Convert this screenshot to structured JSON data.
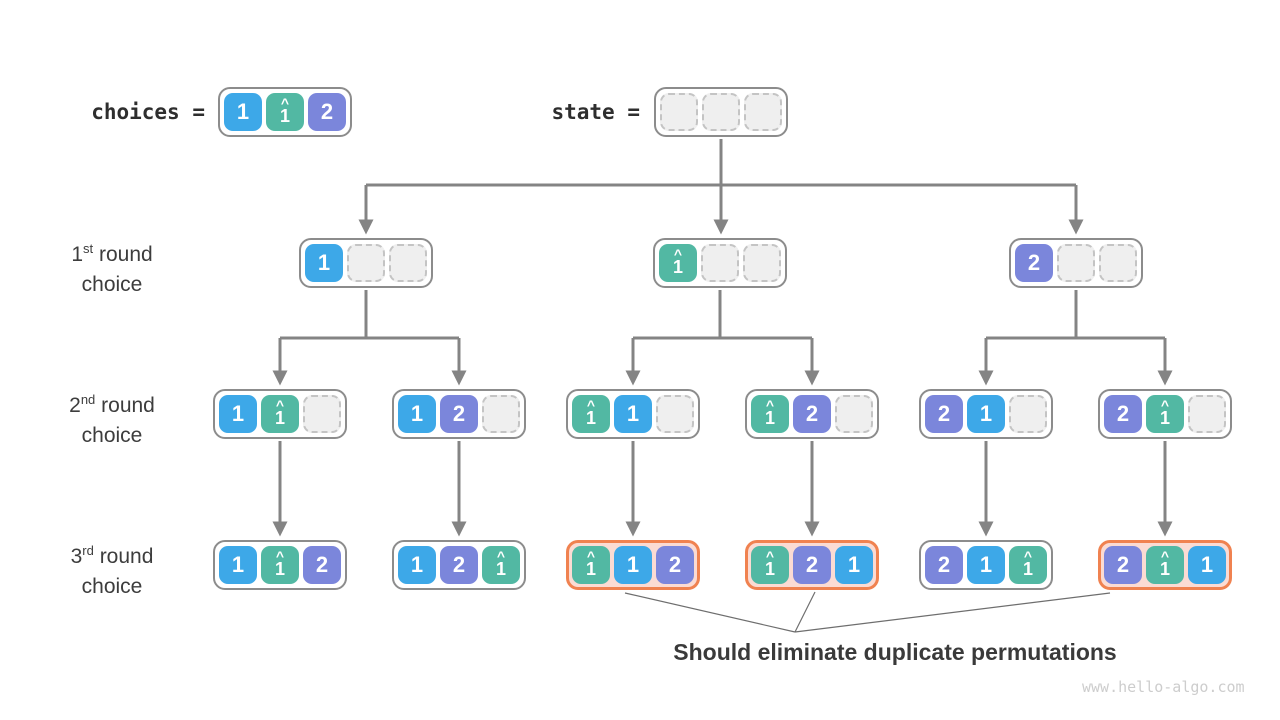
{
  "header": {
    "choices_label": "choices =",
    "state_label": "state =",
    "choices_cells": [
      {
        "v": "1",
        "color": "blue"
      },
      {
        "v": "1",
        "color": "teal",
        "hat": true
      },
      {
        "v": "2",
        "color": "purple"
      }
    ],
    "state_cells": [
      {
        "empty": true
      },
      {
        "empty": true
      },
      {
        "empty": true
      }
    ]
  },
  "row_labels": [
    {
      "ordinal": "1",
      "suffix": "st",
      "word": "round",
      "line2": "choice"
    },
    {
      "ordinal": "2",
      "suffix": "nd",
      "word": "round",
      "line2": "choice"
    },
    {
      "ordinal": "3",
      "suffix": "rd",
      "word": "round",
      "line2": "choice"
    }
  ],
  "tree": {
    "round1": [
      {
        "cells": [
          {
            "v": "1",
            "color": "blue"
          },
          {
            "empty": true
          },
          {
            "empty": true
          }
        ]
      },
      {
        "cells": [
          {
            "v": "1",
            "color": "teal",
            "hat": true
          },
          {
            "empty": true
          },
          {
            "empty": true
          }
        ]
      },
      {
        "cells": [
          {
            "v": "2",
            "color": "purple"
          },
          {
            "empty": true
          },
          {
            "empty": true
          }
        ]
      }
    ],
    "round2": [
      {
        "cells": [
          {
            "v": "1",
            "color": "blue"
          },
          {
            "v": "1",
            "color": "teal",
            "hat": true
          },
          {
            "empty": true
          }
        ]
      },
      {
        "cells": [
          {
            "v": "1",
            "color": "blue"
          },
          {
            "v": "2",
            "color": "purple"
          },
          {
            "empty": true
          }
        ]
      },
      {
        "cells": [
          {
            "v": "1",
            "color": "teal",
            "hat": true
          },
          {
            "v": "1",
            "color": "blue"
          },
          {
            "empty": true
          }
        ]
      },
      {
        "cells": [
          {
            "v": "1",
            "color": "teal",
            "hat": true
          },
          {
            "v": "2",
            "color": "purple"
          },
          {
            "empty": true
          }
        ]
      },
      {
        "cells": [
          {
            "v": "2",
            "color": "purple"
          },
          {
            "v": "1",
            "color": "blue"
          },
          {
            "empty": true
          }
        ]
      },
      {
        "cells": [
          {
            "v": "2",
            "color": "purple"
          },
          {
            "v": "1",
            "color": "teal",
            "hat": true
          },
          {
            "empty": true
          }
        ]
      }
    ],
    "round3": [
      {
        "cells": [
          {
            "v": "1",
            "color": "blue"
          },
          {
            "v": "1",
            "color": "teal",
            "hat": true
          },
          {
            "v": "2",
            "color": "purple"
          }
        ]
      },
      {
        "cells": [
          {
            "v": "1",
            "color": "blue"
          },
          {
            "v": "2",
            "color": "purple"
          },
          {
            "v": "1",
            "color": "teal",
            "hat": true
          }
        ]
      },
      {
        "highlight": true,
        "cells": [
          {
            "v": "1",
            "color": "teal",
            "hat": true
          },
          {
            "v": "1",
            "color": "blue"
          },
          {
            "v": "2",
            "color": "purple"
          }
        ]
      },
      {
        "highlight": true,
        "cells": [
          {
            "v": "1",
            "color": "teal",
            "hat": true
          },
          {
            "v": "2",
            "color": "purple"
          },
          {
            "v": "1",
            "color": "blue"
          }
        ]
      },
      {
        "cells": [
          {
            "v": "2",
            "color": "purple"
          },
          {
            "v": "1",
            "color": "blue"
          },
          {
            "v": "1",
            "color": "teal",
            "hat": true
          }
        ]
      },
      {
        "highlight": true,
        "cells": [
          {
            "v": "2",
            "color": "purple"
          },
          {
            "v": "1",
            "color": "teal",
            "hat": true
          },
          {
            "v": "1",
            "color": "blue"
          }
        ]
      }
    ]
  },
  "annotation": "Should eliminate duplicate permutations",
  "watermark": "www.hello-algo.com",
  "colors": {
    "blue": "#3DA8E8",
    "teal": "#52B8A3",
    "purple": "#7B86DB",
    "highlight_border": "#F08250",
    "highlight_bg": "#FBDBD3",
    "node_border": "#8C8C8C",
    "empty_fill": "#EFEFEF",
    "empty_border": "#C4C4C4",
    "line": "#848484",
    "thin_line": "#6E6E6E",
    "text": "#3A3A3A"
  }
}
